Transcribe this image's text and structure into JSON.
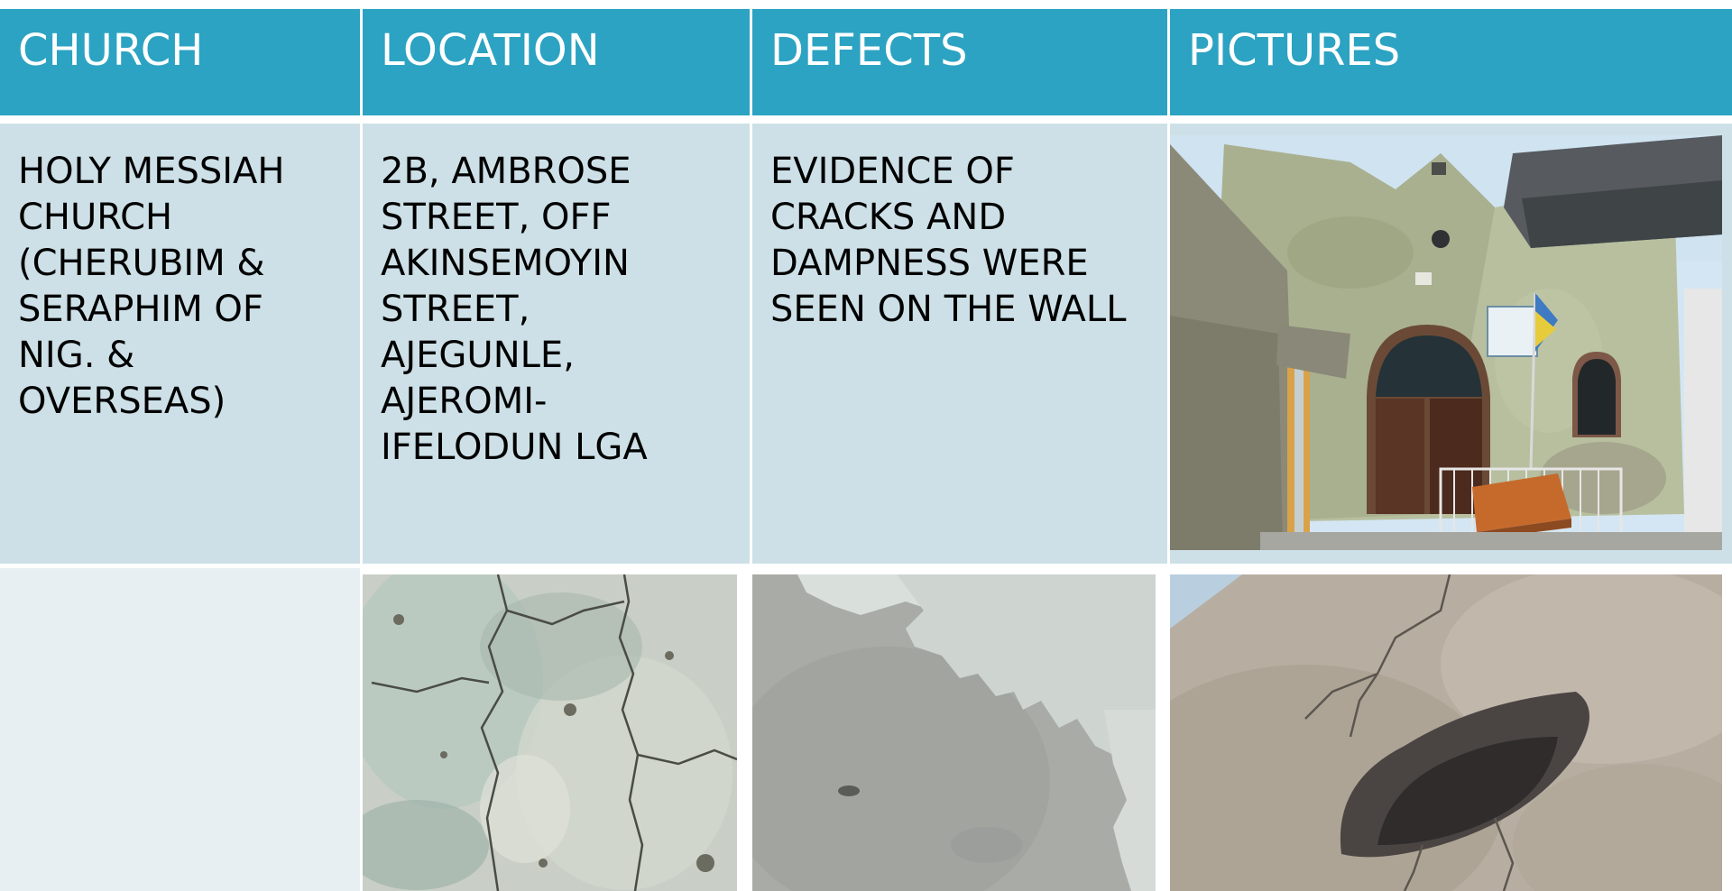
{
  "headers": {
    "church": "CHURCH",
    "location": "LOCATION",
    "defects": "DEFECTS",
    "pictures": "PICTURES"
  },
  "row1": {
    "church": "HOLY MESSIAH\nCHURCH\n(CHERUBIM &\nSERAPHIM OF\nNIG. &\nOVERSEAS)",
    "location": "2B, AMBROSE\nSTREET, OFF\nAKINSEMOYIN\nSTREET,\nAJEGUNLE,\nAJEROMI-\nIFELODUN LGA",
    "defects": "EVIDENCE OF\nCRACKS AND\nDAMPNESS WERE\nSEEN ON THE WALL"
  },
  "colors": {
    "header_bg": "#2ca3c2",
    "body_bg": "#cde0e7",
    "empty_bg": "#e8eff2"
  }
}
